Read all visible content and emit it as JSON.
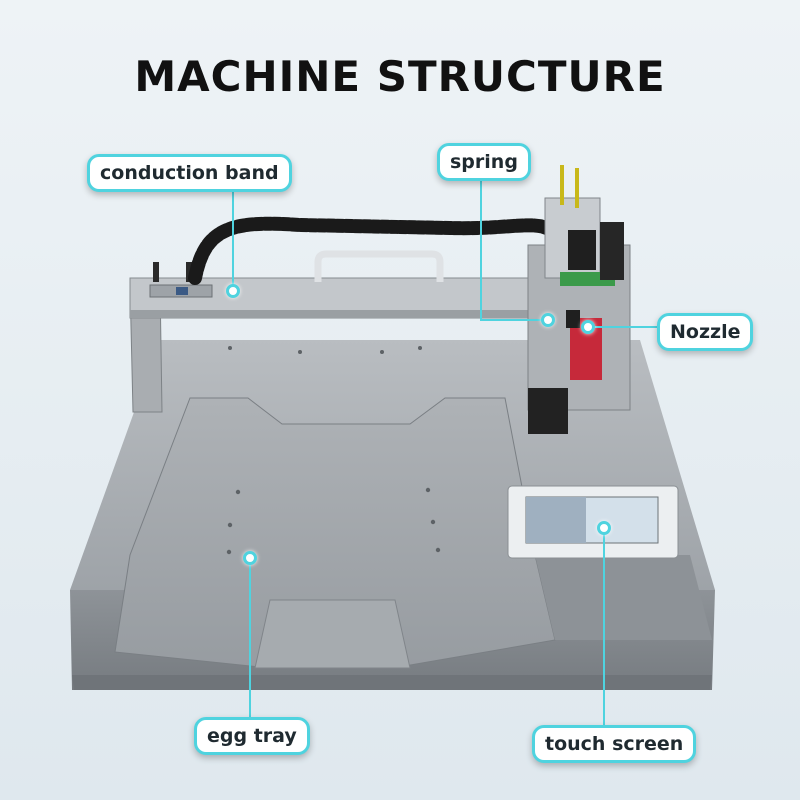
{
  "title": "MACHINE STRUCTURE",
  "colors": {
    "accent": "#4fd3df",
    "title": "#111111",
    "background": "#e6edf2"
  },
  "labels": {
    "conduction_band": "conduction band",
    "spring": "spring",
    "nozzle": "Nozzle",
    "egg_tray": "egg tray",
    "touch_screen": "touch screen"
  }
}
